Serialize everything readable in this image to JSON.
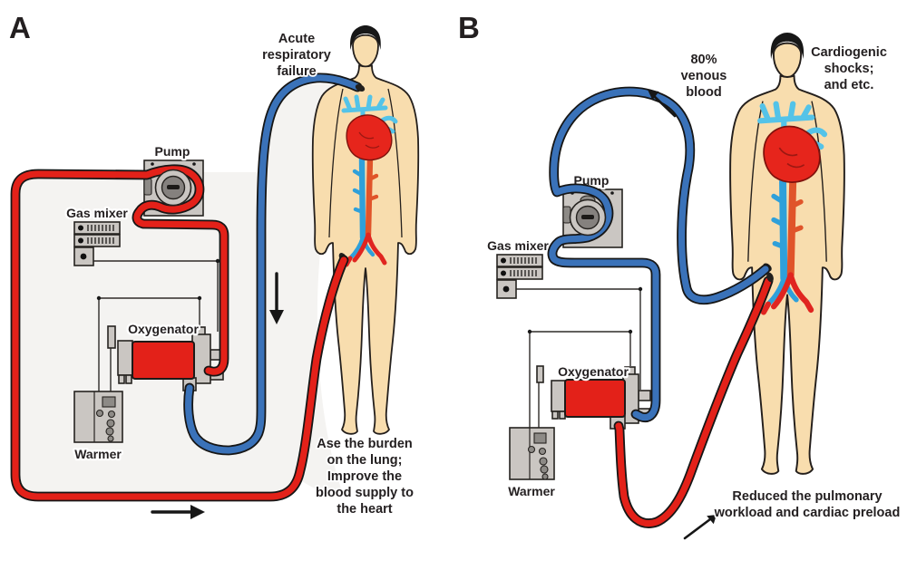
{
  "figure": {
    "panel_a": {
      "panel_letter": "A",
      "condition_lines": [
        "Acute",
        "respiratory",
        "failure"
      ],
      "devices": {
        "pump": "Pump",
        "gas_mixer": "Gas mixer",
        "oxygenator": "Oxygenator",
        "warmer": "Warmer"
      },
      "outcome_lines": [
        "Ase the burden",
        "on the lung;",
        "Improve the",
        "blood supply to",
        "the heart"
      ]
    },
    "panel_b": {
      "panel_letter": "B",
      "flow_lines": [
        "80%",
        "venous",
        "blood"
      ],
      "condition_lines": [
        "Cardiogenic",
        "shocks;",
        "and etc."
      ],
      "devices": {
        "pump": "Pump",
        "gas_mixer": "Gas mixer",
        "oxygenator": "Oxygenator",
        "warmer": "Warmer"
      },
      "outcome_lines": [
        "Reduced the pulmonary",
        "workload and cardiac preload"
      ]
    }
  },
  "colors": {
    "tube_red": "#e32119",
    "tube_blue": "#3a72b9",
    "device_gray": "#cac6c2",
    "device_dark": "#8d8a86",
    "skin": "#f8ddae",
    "hair": "#171717",
    "heart_red": "#e6251c",
    "vessel_cyan": "#54c3e8",
    "vessel_blue": "#2fa0da",
    "vessel_orange": "#e0542a",
    "loop_bg": "#f4f3f1",
    "ink": "#231f20"
  }
}
